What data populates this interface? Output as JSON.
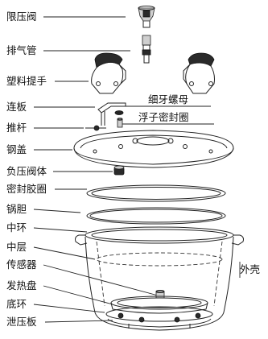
{
  "labels": {
    "pressure_limit_valve": "限压阀",
    "exhaust_pipe": "排气管",
    "plastic_handle": "塑料提手",
    "connecting_plate": "连板",
    "push_rod": "推杆",
    "steel_lid": "钢盖",
    "negative_pressure_valve": "负压阀体",
    "sealing_ring": "密封胶圈",
    "inner_pot": "锅胆",
    "middle_ring": "中环",
    "middle_layer": "中层",
    "sensor": "传感器",
    "heating_plate": "发热盘",
    "bottom_ring": "底环",
    "pressure_relief_plate": "泄压板",
    "fine_thread_nut": "细牙螺母",
    "float_seal": "浮子密封圈",
    "outer_shell": "外壳"
  }
}
